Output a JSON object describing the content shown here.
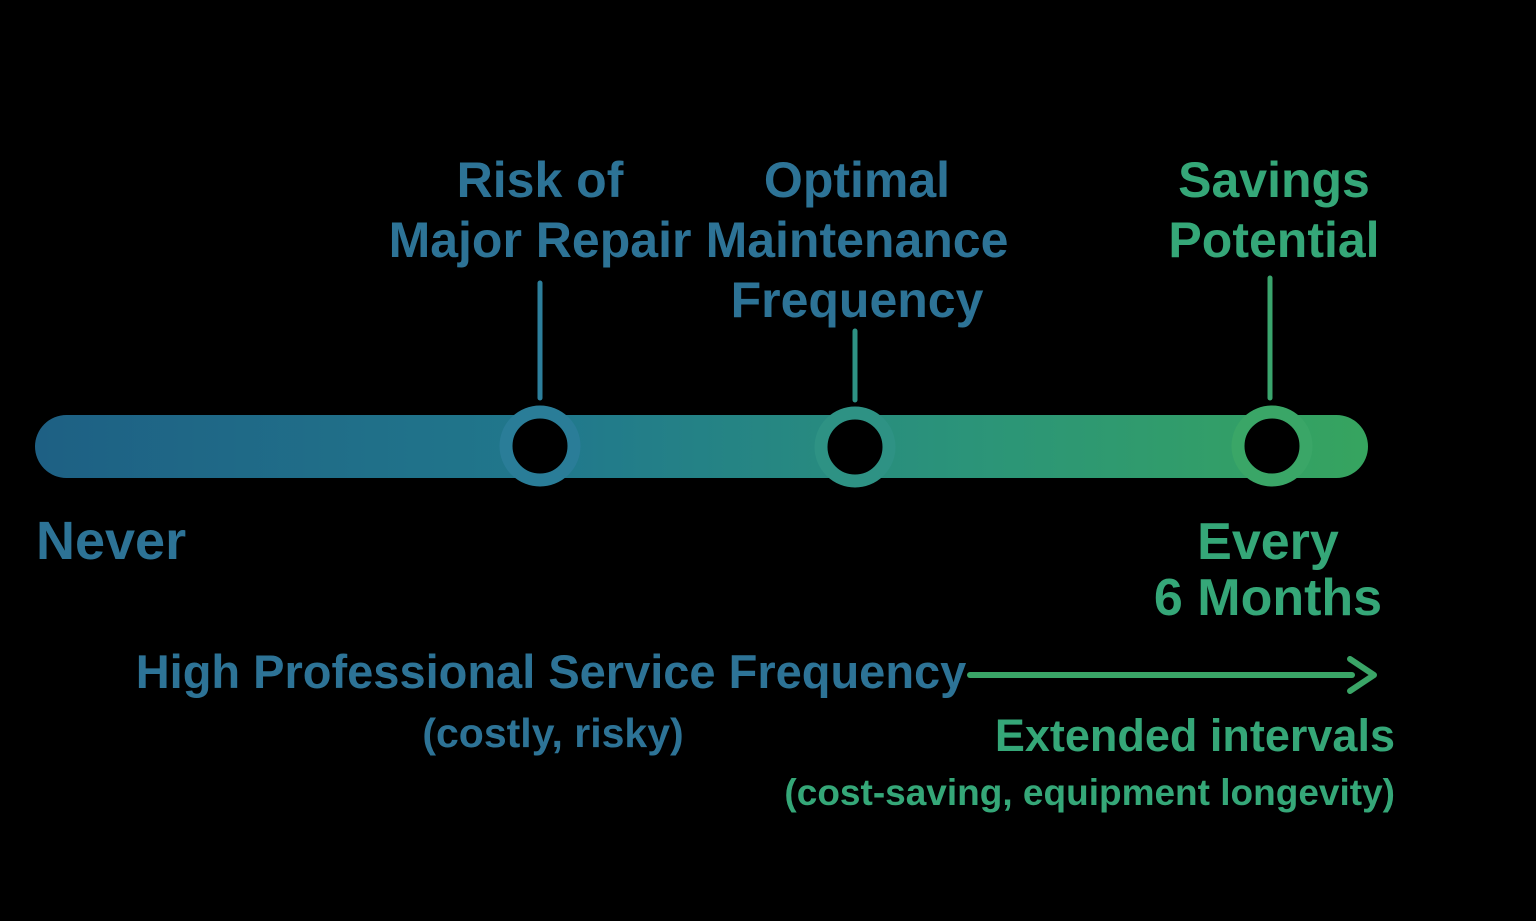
{
  "colors": {
    "bg": "#000000",
    "barStart": "#1e6084",
    "barMid1": "#21798c",
    "barMid2": "#2b9479",
    "barEnd": "#36a45f",
    "textBlue": "#2d7396",
    "textGreen": "#35a778",
    "ringBlue": "#2a7d98",
    "ringTeal": "#2e9284",
    "ringGreen": "#3aa667",
    "stemBlue": "#2d7f9c",
    "stemTeal": "#2e9284",
    "stemGreen": "#3aa56d",
    "arrow": "#3aa567"
  },
  "callouts": {
    "risk": {
      "line1": "Risk of",
      "line2": "Major Repair"
    },
    "optimal": {
      "line1": "Optimal",
      "line2": "Maintenance",
      "line3": "Frequency"
    },
    "savings": {
      "line1": "Savings",
      "line2": "Potential"
    }
  },
  "axis": {
    "start": "Never",
    "end_line1": "Every",
    "end_line2": "6 Months"
  },
  "zones": {
    "left": {
      "title": "High Professional Service Frequency",
      "subtitle": "(costly, risky)"
    },
    "right": {
      "title": "Extended intervals",
      "subtitle": "(cost-saving, equipment longevity)"
    }
  }
}
